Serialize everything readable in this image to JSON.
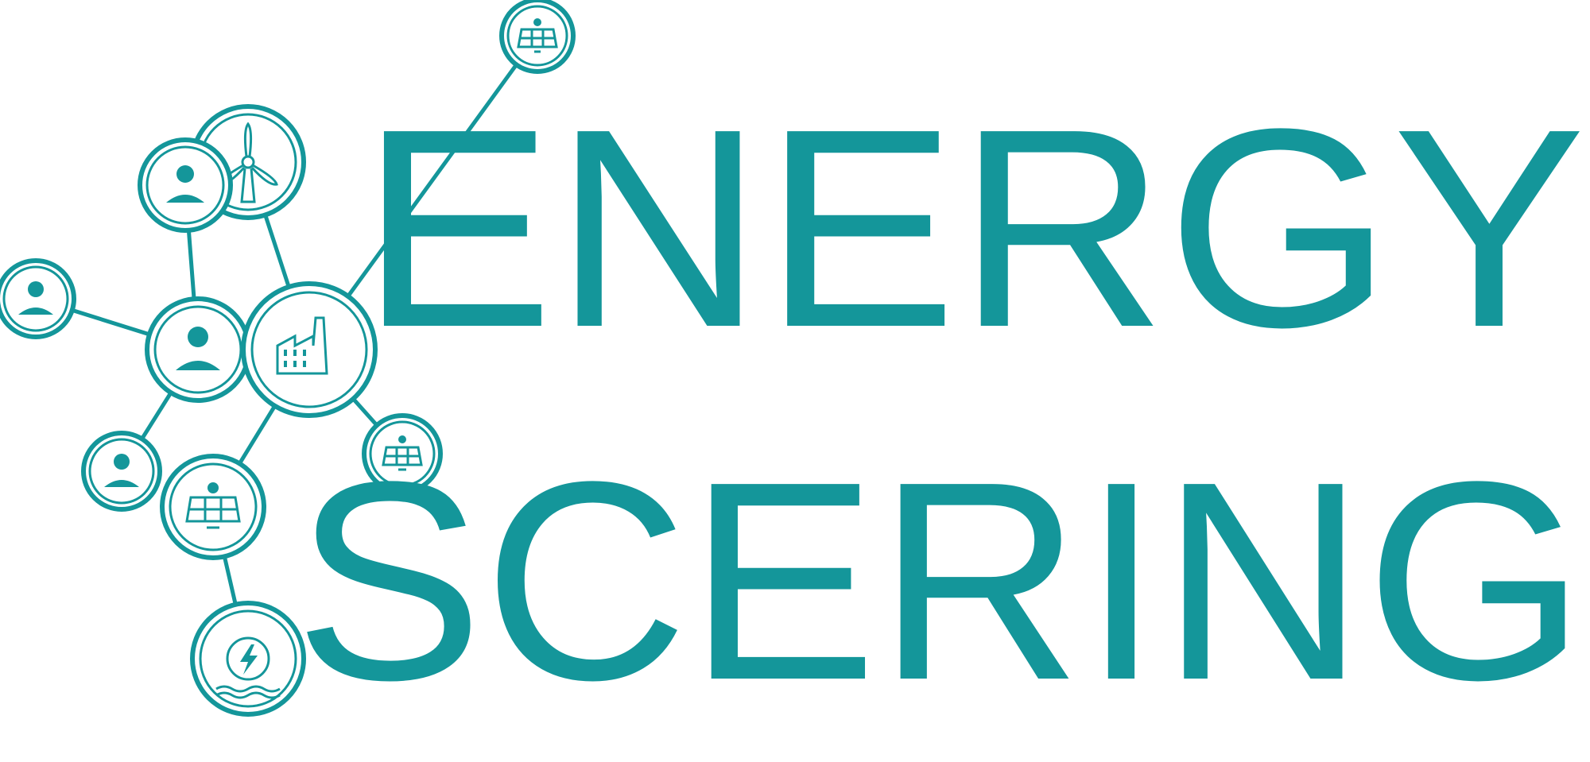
{
  "logo": {
    "line1": "ENERGY",
    "line2": "SCERING",
    "brand_color": "#14969a",
    "nodes": [
      "solar-panel",
      "wind-turbine",
      "person",
      "person",
      "person",
      "factory",
      "person",
      "solar-panel",
      "solar-panel",
      "hydro-power"
    ]
  }
}
